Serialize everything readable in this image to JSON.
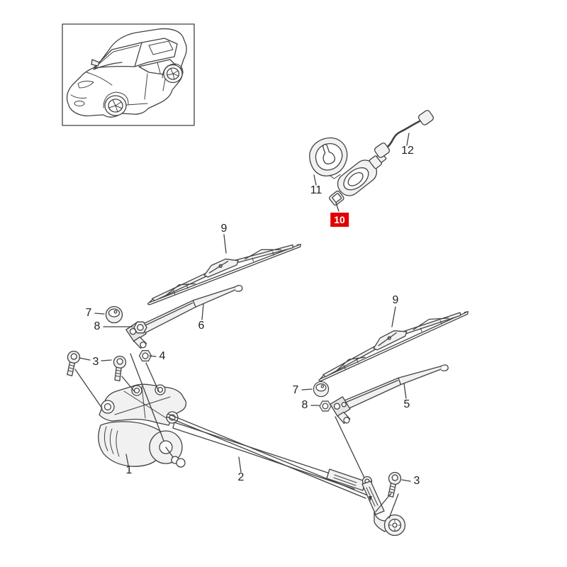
{
  "colors": {
    "background": "#ffffff",
    "line": "#424242",
    "label_text": "#1f1f1f",
    "highlight_bg": "#e10000",
    "highlight_text": "#ffffff"
  },
  "labels": [
    {
      "id": "1",
      "text": "1",
      "highlighted": false
    },
    {
      "id": "2",
      "text": "2",
      "highlighted": false
    },
    {
      "id": "3-left",
      "text": "3",
      "highlighted": false
    },
    {
      "id": "3-right",
      "text": "3",
      "highlighted": false
    },
    {
      "id": "4",
      "text": "4",
      "highlighted": false
    },
    {
      "id": "5",
      "text": "5",
      "highlighted": false
    },
    {
      "id": "6",
      "text": "6",
      "highlighted": false
    },
    {
      "id": "7-left",
      "text": "7",
      "highlighted": false
    },
    {
      "id": "7-right",
      "text": "7",
      "highlighted": false
    },
    {
      "id": "8-left",
      "text": "8",
      "highlighted": false
    },
    {
      "id": "8-right",
      "text": "8",
      "highlighted": false
    },
    {
      "id": "9-left",
      "text": "9",
      "highlighted": false
    },
    {
      "id": "9-right",
      "text": "9",
      "highlighted": false
    },
    {
      "id": "10",
      "text": "10",
      "highlighted": true
    },
    {
      "id": "11",
      "text": "11",
      "highlighted": false
    },
    {
      "id": "12",
      "text": "12",
      "highlighted": false
    }
  ]
}
